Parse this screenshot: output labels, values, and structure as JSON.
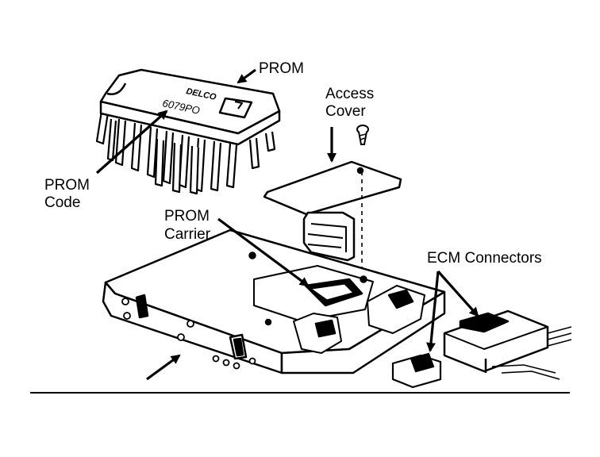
{
  "labels": {
    "prom": "PROM",
    "prom_code_1": "PROM",
    "prom_code_2": "Code",
    "access_cover_1": "Access",
    "access_cover_2": "Cover",
    "prom_carrier_1": "PROM",
    "prom_carrier_2": "Carrier",
    "ecm_connectors": "ECM Connectors"
  },
  "chip_markings": {
    "brand": "DELCO",
    "code": "6079PO"
  },
  "colors": {
    "ink": "#000000",
    "paper": "#ffffff"
  }
}
